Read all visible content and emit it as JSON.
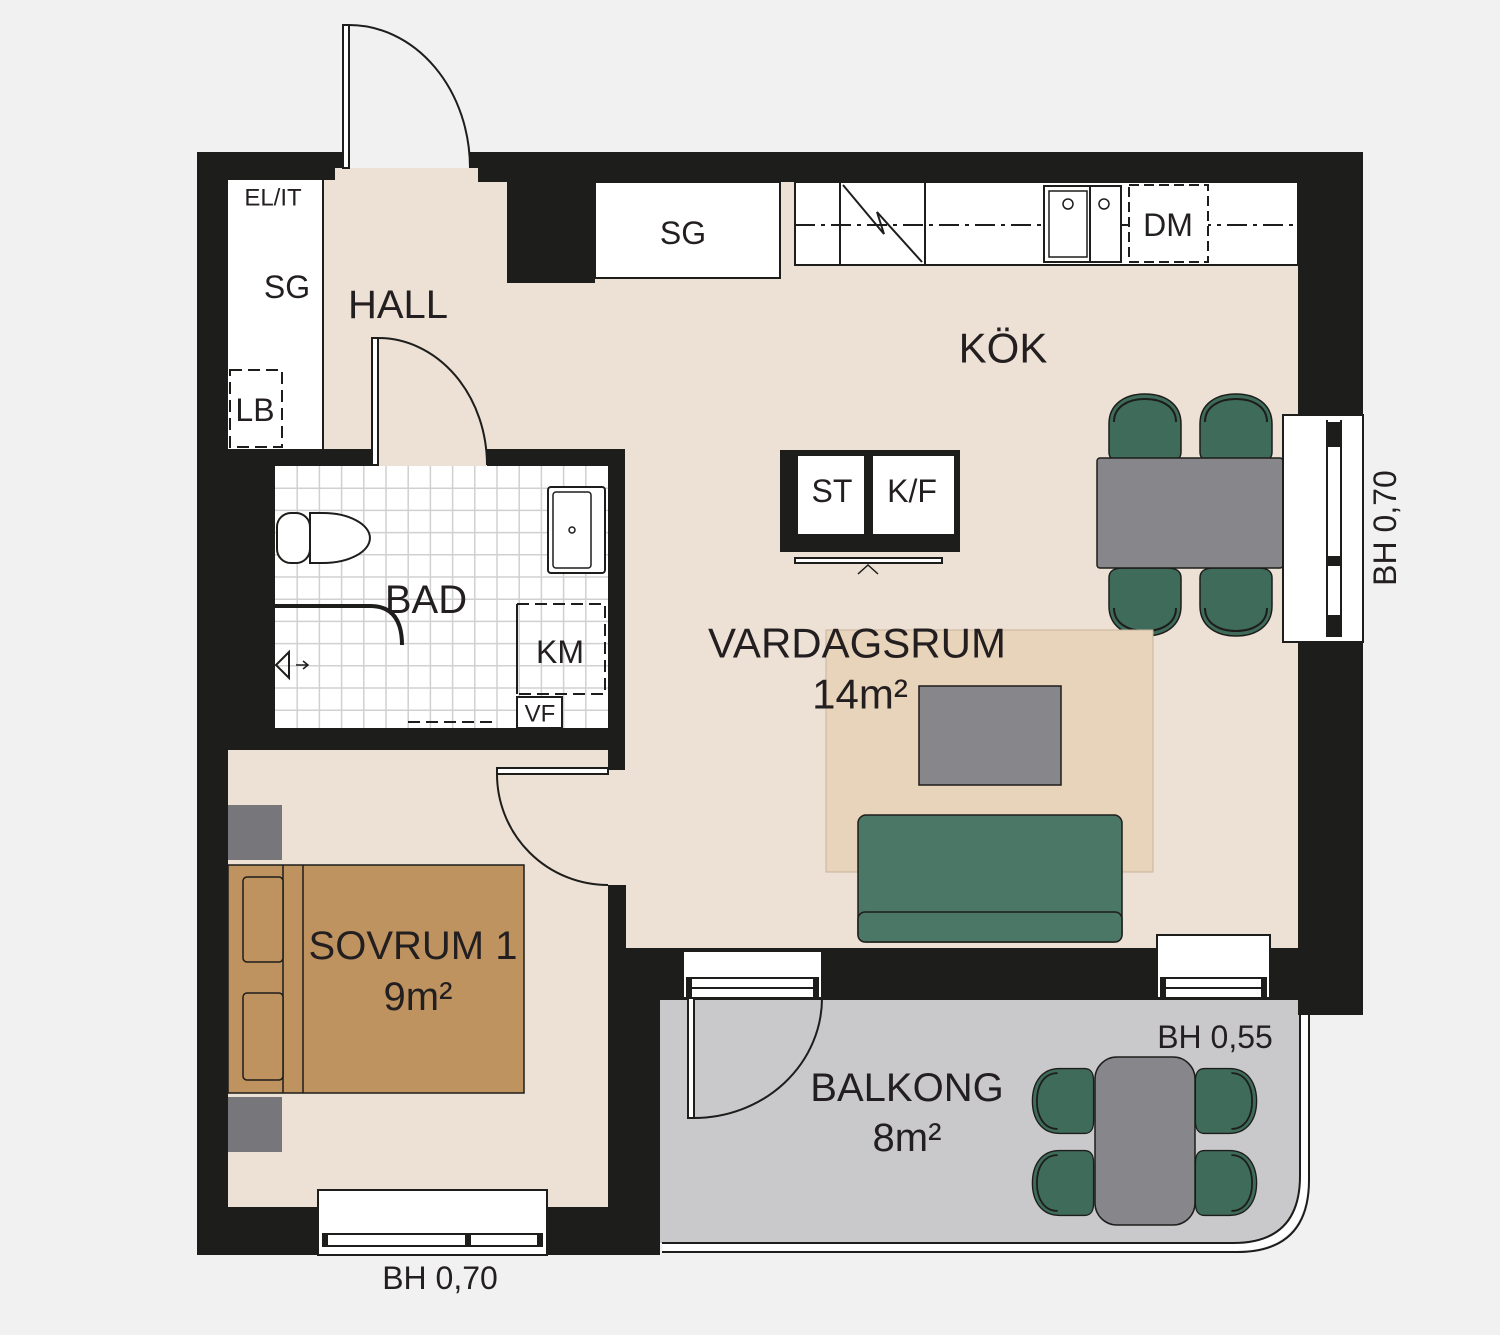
{
  "plan": {
    "hall": {
      "label": "HALL",
      "wardrobe": "SG",
      "electrical": "EL/IT",
      "linen": "LB"
    },
    "kitchen": {
      "label": "KÖK",
      "wardrobe": "SG",
      "dishwasher": "DM",
      "stove": "ST",
      "fridge_freezer": "K/F"
    },
    "living": {
      "label": "VARDAGSRUM",
      "area": "14m²"
    },
    "bathroom": {
      "label": "BAD",
      "washer": "KM",
      "water_heater": "VF"
    },
    "bedroom": {
      "label": "SOVRUM 1",
      "area": "9m²"
    },
    "balcony": {
      "label": "BALKONG",
      "area": "8m²",
      "rail_height": "BH 0,55"
    },
    "windows": {
      "living_height": "BH 0,70",
      "bedroom_height": "BH 0,70"
    }
  },
  "colors": {
    "background": "#f1f1f1",
    "wall": "#1d1d1b",
    "floor": "#ede0d4",
    "fixture": "#ffffff",
    "chair": "#3e6b5a",
    "sofa": "#4b7767",
    "furniture_grey": "#87868b",
    "nightstand": "#77777b",
    "bed": "#bf935f",
    "rug": "#e8d4bb",
    "balcony": "#c9c9cb",
    "tile_line": "#d0d0d0"
  }
}
